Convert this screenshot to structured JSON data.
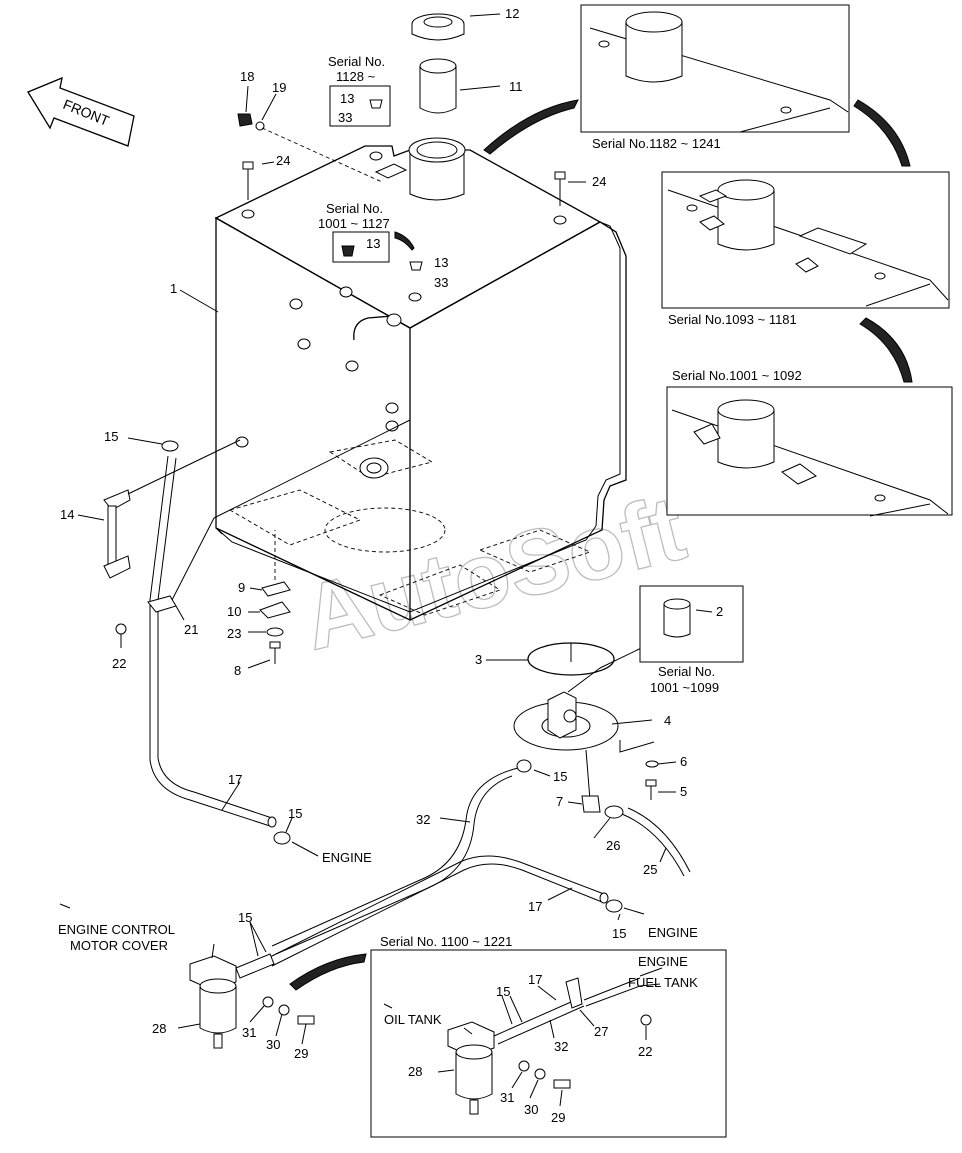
{
  "watermark": "AutoSoft",
  "front_arrow_label": "FRONT",
  "callouts": {
    "p1": "1",
    "p2": "2",
    "p3": "3",
    "p4": "4",
    "p5": "5",
    "p6": "6",
    "p7": "7",
    "p8": "8",
    "p9": "9",
    "p10": "10",
    "p11": "11",
    "p12": "12",
    "p13a": "13",
    "p13b": "13",
    "p13c": "13",
    "p14": "14",
    "p15a": "15",
    "p15b": "15",
    "p15c": "15",
    "p15d": "15",
    "p15e": "15",
    "p15f": "15",
    "p17a": "17",
    "p17b": "17",
    "p17c": "17",
    "p18": "18",
    "p19": "19",
    "p21": "21",
    "p22a": "22",
    "p22b": "22",
    "p23": "23",
    "p24a": "24",
    "p24b": "24",
    "p25": "25",
    "p26": "26",
    "p27": "27",
    "p28a": "28",
    "p28b": "28",
    "p29a": "29",
    "p29b": "29",
    "p30a": "30",
    "p30b": "30",
    "p31a": "31",
    "p31b": "31",
    "p32a": "32",
    "p32b": "32",
    "p33a": "33",
    "p33b": "33"
  },
  "serial_labels": {
    "s1128_line1": "Serial No.",
    "s1128_line2": "1128 ~",
    "s1001_1127_line1": "Serial No.",
    "s1001_1127_line2": "1001 ~ 1127",
    "s1182_1241": "Serial No.1182 ~ 1241",
    "s1093_1181": "Serial No.1093 ~ 1181",
    "s1001_1092": "Serial No.1001 ~ 1092",
    "s1001_1099_line1": "Serial No.",
    "s1001_1099_line2": "1001 ~1099",
    "s1100_1221": "Serial No. 1100 ~ 1221"
  },
  "notes": {
    "engine_1": "ENGINE",
    "engine_2": "ENGINE",
    "engine_3": "ENGINE",
    "fuel_tank": "FUEL TANK",
    "oil_tank": "OIL TANK",
    "engine_control_line1": "ENGINE CONTROL",
    "engine_control_line2": "MOTOR COVER"
  }
}
